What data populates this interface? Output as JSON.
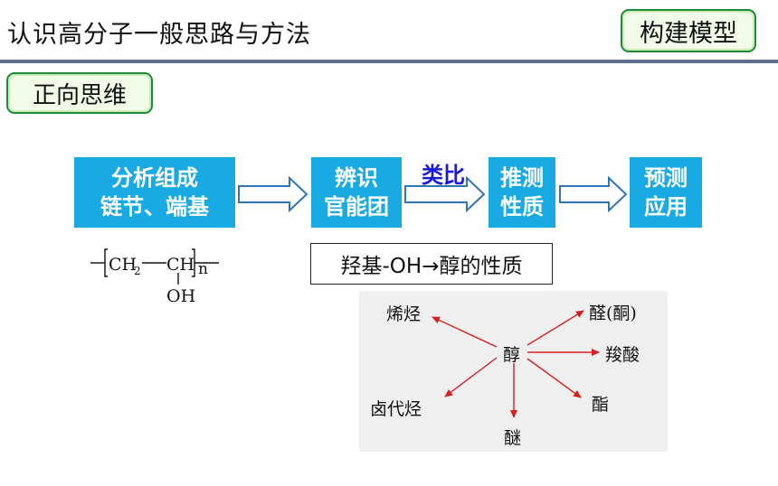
{
  "header": {
    "title": "认识高分子一般思路与方法",
    "model_tag": "构建模型"
  },
  "section": {
    "forward_tag": "正向思维"
  },
  "flow": {
    "box1_line1": "分析组成",
    "box1_line2": "链节、端基",
    "box2_line1": "辨识",
    "box2_line2": "官能团",
    "analogy_label": "类比",
    "box3_line1": "推测",
    "box3_line2": "性质",
    "box4_line1": "预测",
    "box4_line2": "应用"
  },
  "formula": {
    "ch2": "CH",
    "sub2": "2",
    "ch": "CH",
    "n": "n",
    "oh": "OH"
  },
  "property_text": "羟基-OH→醇的性质",
  "diagram": {
    "center": "醇",
    "alkene": "烯烃",
    "aldehyde_ketone": "醛(酮)",
    "carboxylic_acid": "羧酸",
    "haloalkane": "卤代烃",
    "ester": "酯",
    "ether": "醚"
  },
  "colors": {
    "box_fill": "#1aaae3",
    "analogy_text": "#1a1ad8",
    "arrow_red": "#d62020",
    "tag_border": "#1f8a3a"
  }
}
